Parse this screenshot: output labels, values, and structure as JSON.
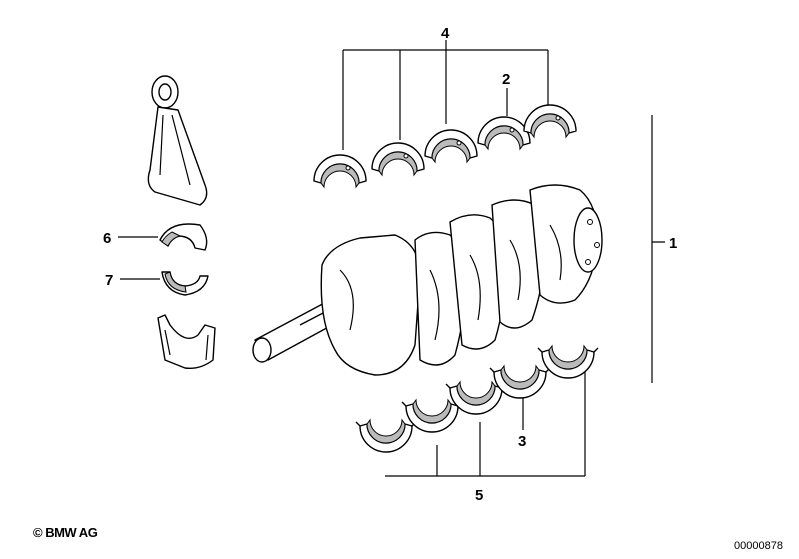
{
  "diagram": {
    "callouts": {
      "c1": "1",
      "c2": "2",
      "c3": "3",
      "c4": "4",
      "c5": "5",
      "c6": "6",
      "c7": "7"
    },
    "copyright": "© BMW AG",
    "document_number": "00000878"
  }
}
